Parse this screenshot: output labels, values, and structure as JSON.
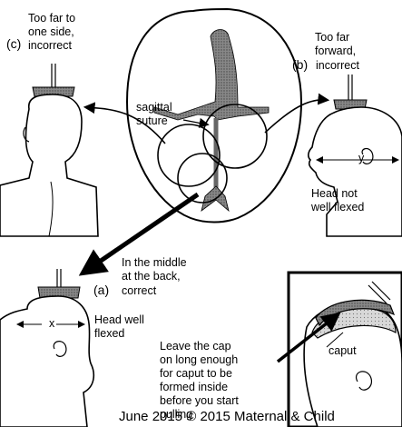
{
  "diagram": {
    "labels": {
      "c_tag": "(c)",
      "c_text": "Too far to\none side,\nincorrect",
      "b_text": "Too far\nforward,",
      "b_tag": "(b)",
      "b_incorrect": "incorrect",
      "sagittal": "sagittal\nsuture",
      "y": "y",
      "head_not_flexed": "Head not\nwell flexed",
      "middle": "In the middle\nat the back,",
      "a_tag": "(a)",
      "a_correct": "correct",
      "x": "x",
      "head_well_flexed": "Head well\nflexed",
      "caput": "caput",
      "leave_cap": "Leave the cap\non long enough\nfor caput to be\nformed inside\nbefore you start\npulling"
    },
    "footer": "June 2015 © 2015 Maternal & Child"
  }
}
